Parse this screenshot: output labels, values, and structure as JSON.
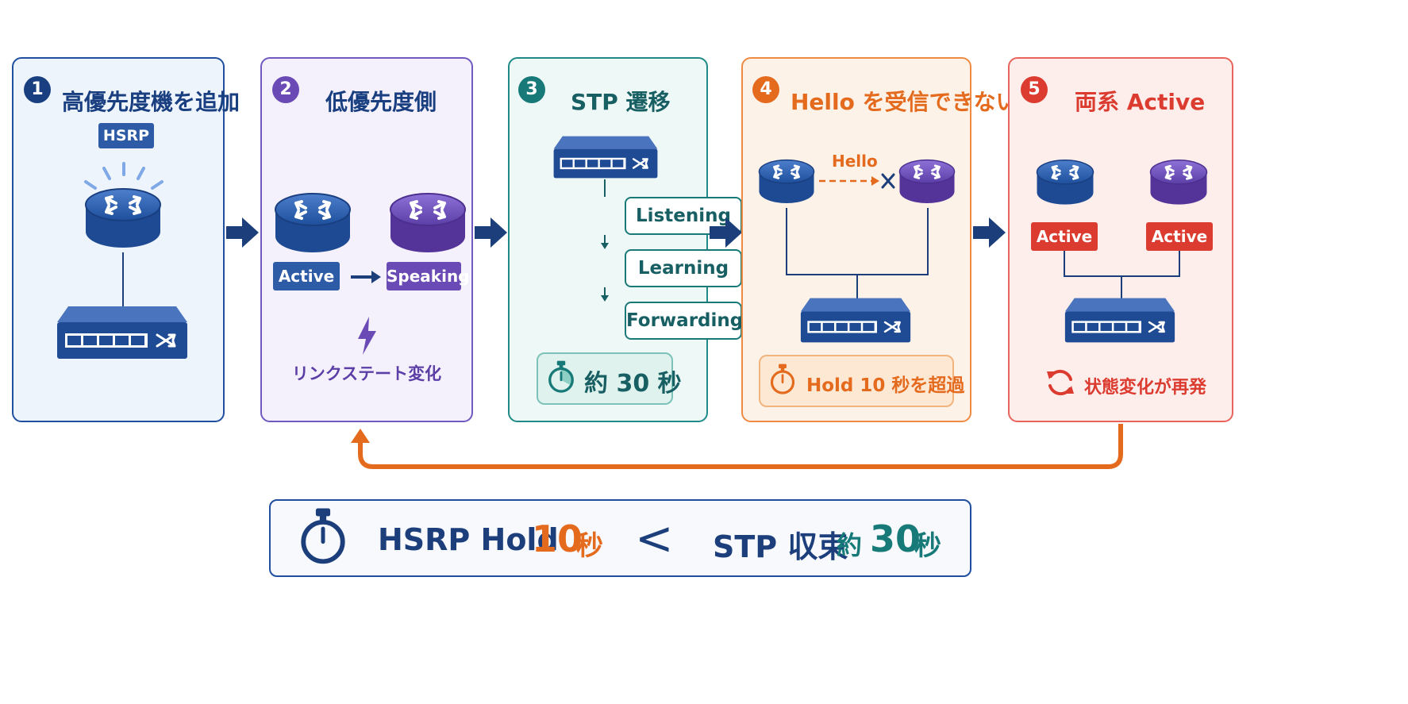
{
  "colors": {
    "navy": "#1c3f7c",
    "blue": "#2d5ba6",
    "purple": "#6a4ab4",
    "teal": "#177a78",
    "orange": "#e46a1e",
    "red": "#dc3b30"
  },
  "steps": [
    {
      "num": "1",
      "title": "高優先度機を追加",
      "badge": "HSRP"
    },
    {
      "num": "2",
      "title": "低優先度側",
      "badge_active": "Active",
      "badge_speaking": "Speaking",
      "caption": "リンクステート変化"
    },
    {
      "num": "3",
      "title": "STP 遷移",
      "states": [
        "Listening",
        "Learning",
        "Forwarding"
      ],
      "timer": "約 30 秒"
    },
    {
      "num": "4",
      "title": "Hello を受信できない",
      "hello_label": "Hello",
      "timer": "Hold 10 秒を超過"
    },
    {
      "num": "5",
      "title": "両系 Active",
      "badge_left": "Active",
      "badge_right": "Active",
      "caption": "状態変化が再発"
    }
  ],
  "summary": {
    "hsrp_label": "HSRP Hold",
    "hsrp_value": "10",
    "hsrp_unit": "秒",
    "operator": "<",
    "stp_label": "STP 収束",
    "stp_prefix": "約",
    "stp_value": "30",
    "stp_unit": "秒"
  }
}
